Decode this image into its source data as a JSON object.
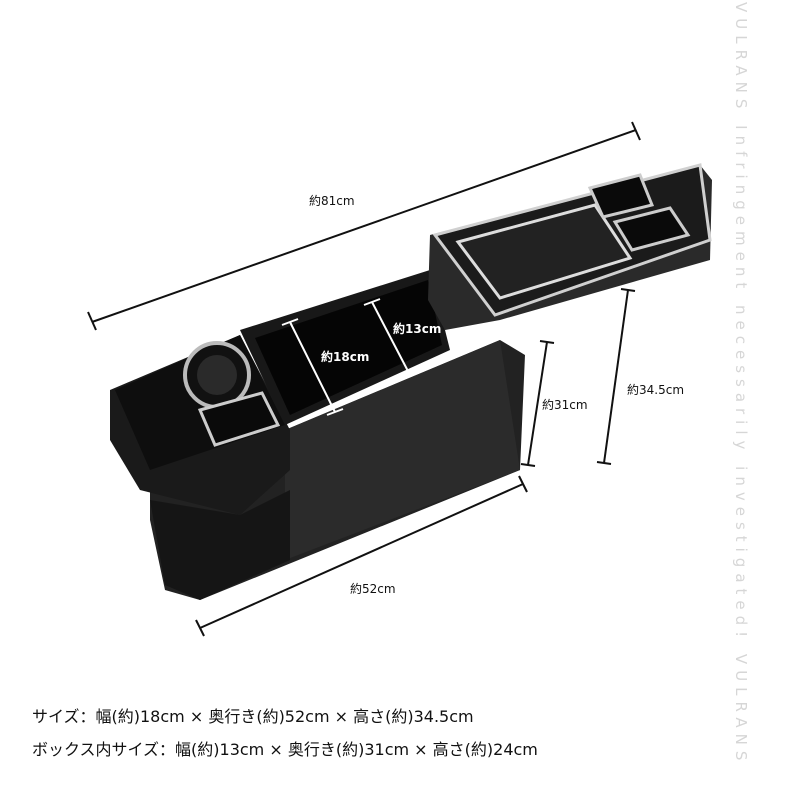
{
  "dimensions": {
    "total_length": "約81cm",
    "box_width": "約18cm",
    "box_inner_width": "約13cm",
    "box_depth": "約31cm",
    "total_height": "約34.5cm",
    "base_length": "約52cm"
  },
  "specs": {
    "outer": "サイズ：幅(約)18cm × 奥行き(約)52cm × 高さ(約)34.5cm",
    "inner": "ボックス内サイズ：幅(約)13cm × 奥行き(約)31cm × 高さ(約)24cm"
  },
  "watermark": {
    "text": "VULRANS Infringement necessarily investigated! VULRANS",
    "color": "#d6d6d6"
  },
  "colors": {
    "product_body": "#1e1e1e",
    "trim": "#c8c8c8",
    "text": "#111111"
  }
}
